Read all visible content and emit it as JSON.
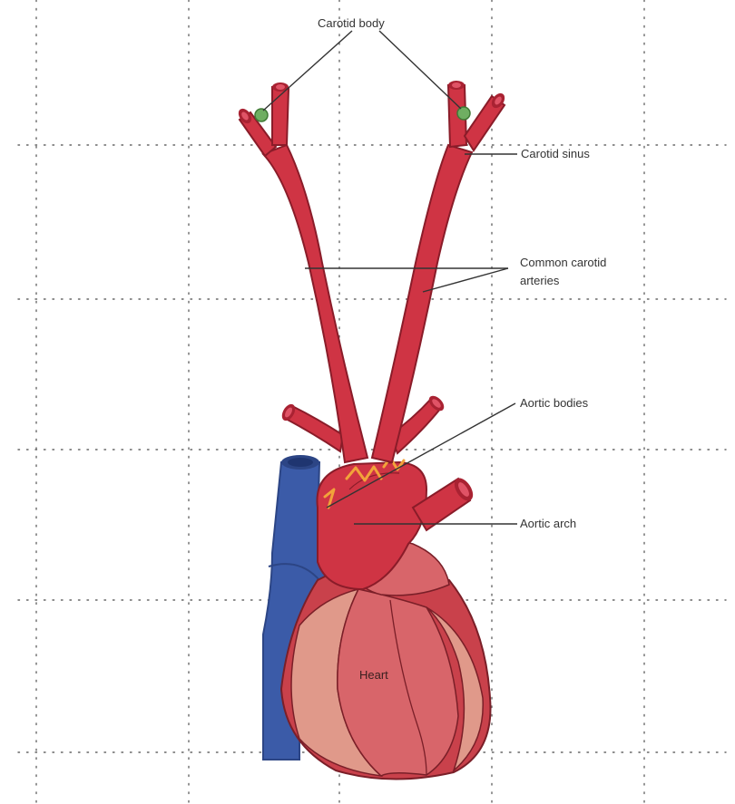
{
  "labels": {
    "carotid_body": "Carotid body",
    "carotid_sinus": "Carotid sinus",
    "common_carotid_line1": "Common carotid",
    "common_carotid_line2": "arteries",
    "aortic_bodies": "Aortic bodies",
    "aortic_arch": "Aortic arch",
    "heart": "Heart"
  },
  "colors": {
    "artery": "#cf3444",
    "artery_dark": "#a92232",
    "artery_lumen": "#e05366",
    "vein": "#3b5ba8",
    "vein_dark": "#2c4585",
    "heart_base": "#c9414b",
    "heart_light": "#e0998a",
    "heart_mid": "#d8656a",
    "receptor_green": "#6fae62",
    "aortic_body_orange": "#f2a33a",
    "grid_dots": "#666666"
  }
}
